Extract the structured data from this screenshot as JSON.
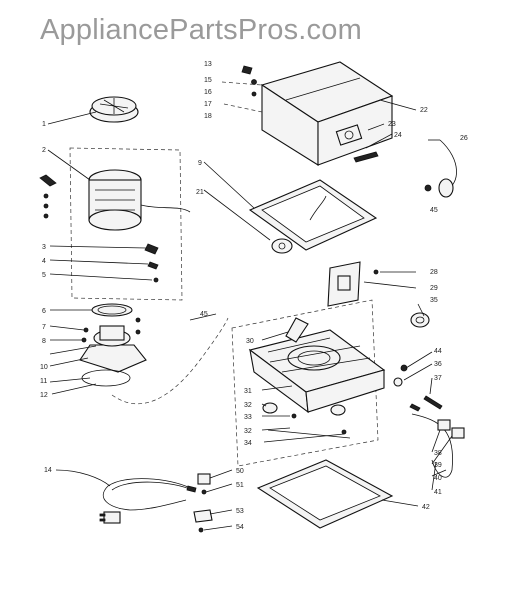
{
  "watermark": "AppliancePartsPros.com",
  "callouts": [
    "1",
    "2",
    "3",
    "4",
    "5",
    "6",
    "7",
    "8",
    "9",
    "10",
    "11",
    "12",
    "13",
    "14",
    "15",
    "16",
    "17",
    "18",
    "21",
    "22",
    "23",
    "24",
    "26",
    "28",
    "29",
    "30",
    "31",
    "32",
    "33",
    "34",
    "35",
    "36",
    "37",
    "38",
    "39",
    "40",
    "41",
    "42",
    "44",
    "45",
    "50",
    "51",
    "53",
    "54"
  ]
}
